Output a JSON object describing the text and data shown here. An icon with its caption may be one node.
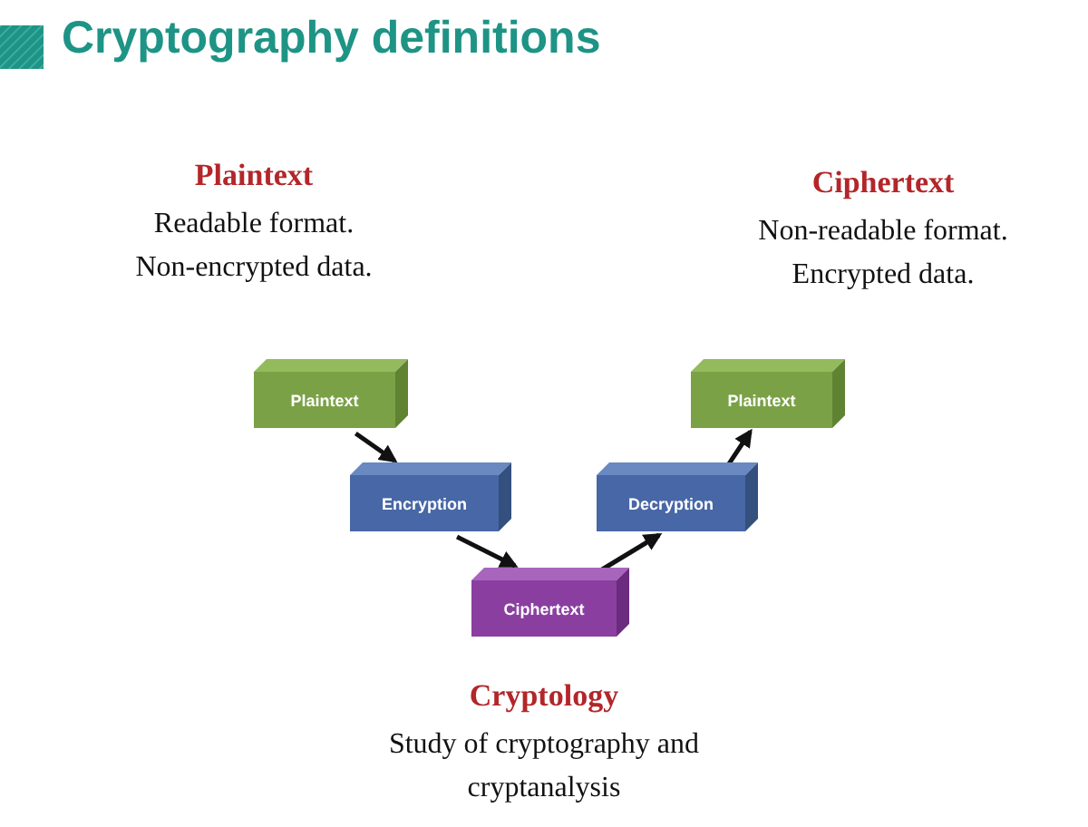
{
  "diagram": {
    "title": "Cryptography definitions",
    "nodes": [
      {
        "text": [
          "Plaintext"
        ]
      },
      {
        "text": [
          "Encryption"
        ]
      },
      {
        "text": [
          "Ciphertext"
        ]
      },
      {
        "text": [
          "Decryption"
        ]
      },
      {
        "text": [
          "Plaintext"
        ]
      }
    ],
    "edges": [
      {
        "from": 0,
        "to": 1,
        "arrow": "to"
      },
      {
        "from": 1,
        "to": 2,
        "arrow": "to"
      },
      {
        "from": 2,
        "to": 3,
        "arrow": "to"
      },
      {
        "from": 3,
        "to": 4,
        "arrow": "to"
      }
    ],
    "labels": [
      "Plaintext",
      "Readable format.",
      "Non-encrypted data.",
      "Ciphertext",
      "Non-readable format.",
      "Encrypted data.",
      "Cryptology",
      "Study of cryptography and cryptanalysis"
    ]
  }
}
